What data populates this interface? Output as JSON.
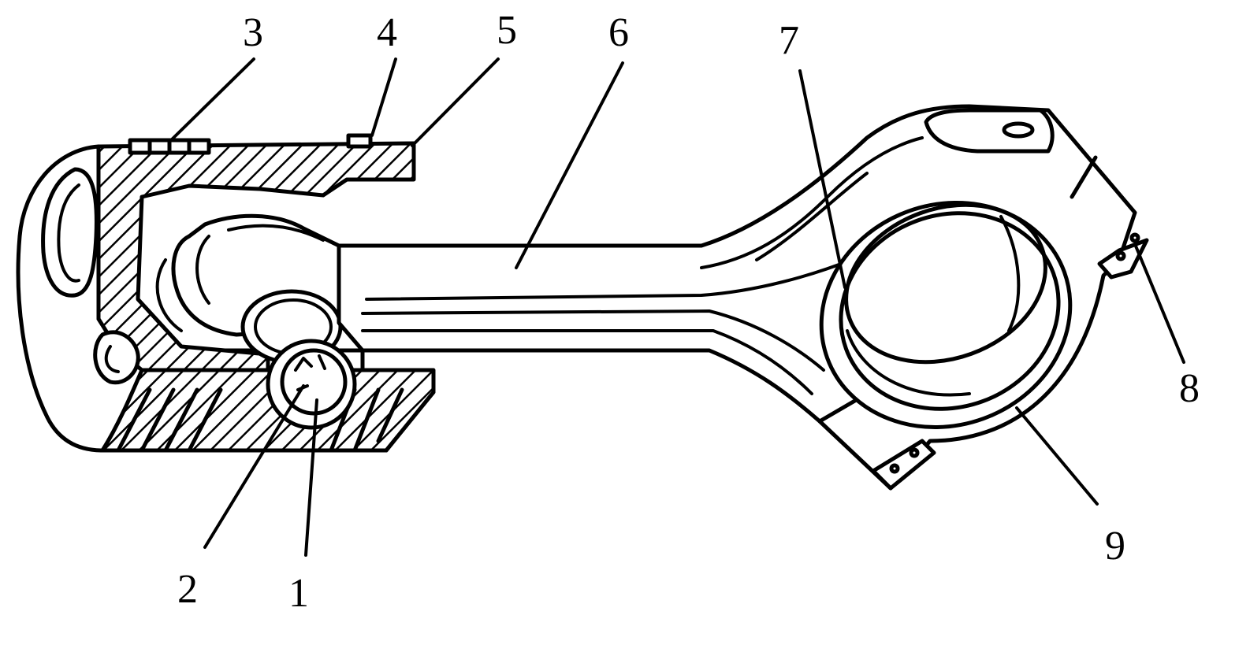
{
  "labels": [
    {
      "id": "1",
      "text": "1"
    },
    {
      "id": "2",
      "text": "2"
    },
    {
      "id": "3",
      "text": "3"
    },
    {
      "id": "4",
      "text": "4"
    },
    {
      "id": "5",
      "text": "5"
    },
    {
      "id": "6",
      "text": "6"
    },
    {
      "id": "7",
      "text": "7"
    },
    {
      "id": "8",
      "text": "8"
    },
    {
      "id": "9",
      "text": "9"
    }
  ],
  "colors": {
    "line": "#000000",
    "background": "#ffffff"
  }
}
